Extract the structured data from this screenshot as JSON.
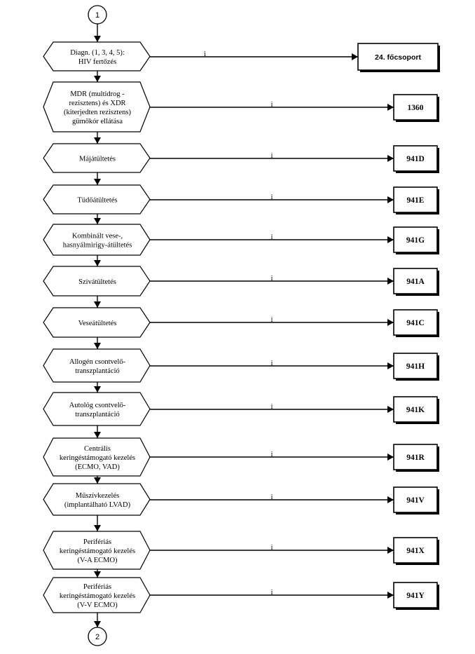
{
  "connectors": {
    "top": "1",
    "bottom": "2"
  },
  "decisions": [
    {
      "lines": [
        "Diagn. (1, 3, 4, 5):",
        "HIV fertőzés"
      ],
      "arrow_label": "i",
      "target": "24. főcsoport"
    },
    {
      "lines": [
        "MDR (multidrog -",
        "rezisztens) és XDR",
        "(kiterjedten rezisztens)",
        "gümőkór ellátása"
      ],
      "arrow_label": "i",
      "target": "1360"
    },
    {
      "lines": [
        "Májátültetés"
      ],
      "arrow_label": "i",
      "target": "941D"
    },
    {
      "lines": [
        "Tüdőátültetés"
      ],
      "arrow_label": "i",
      "target": "941E"
    },
    {
      "lines": [
        "Kombinált vese-,",
        "hasnyálmirigy-átültetés"
      ],
      "arrow_label": "i",
      "target": "941G"
    },
    {
      "lines": [
        "Szívátültetés"
      ],
      "arrow_label": "i",
      "target": "941A"
    },
    {
      "lines": [
        "Veseátültetés"
      ],
      "arrow_label": "i",
      "target": "941C"
    },
    {
      "lines": [
        "Allogén csontvelő-",
        "transzplantáció"
      ],
      "arrow_label": "i",
      "target": "941H"
    },
    {
      "lines": [
        "Autológ csontvelő-",
        "transzplantáció"
      ],
      "arrow_label": "i",
      "target": "941K"
    },
    {
      "lines": [
        "Centrális",
        "keringéstámogató kezelés",
        "(ECMO, VAD)"
      ],
      "arrow_label": "i",
      "target": "941R"
    },
    {
      "lines": [
        "Műszívkezelés",
        "(implantálható LVAD)"
      ],
      "arrow_label": "i",
      "target": "941V"
    },
    {
      "lines": [
        "Perifériás",
        "keringéstámogató kezelés",
        "(V-A ECMO)"
      ],
      "arrow_label": "i",
      "target": "941X"
    },
    {
      "lines": [
        "Perifériás",
        "keringéstámogató kezelés",
        "(V-V ECMO)"
      ],
      "arrow_label": "i",
      "target": "941Y"
    }
  ]
}
